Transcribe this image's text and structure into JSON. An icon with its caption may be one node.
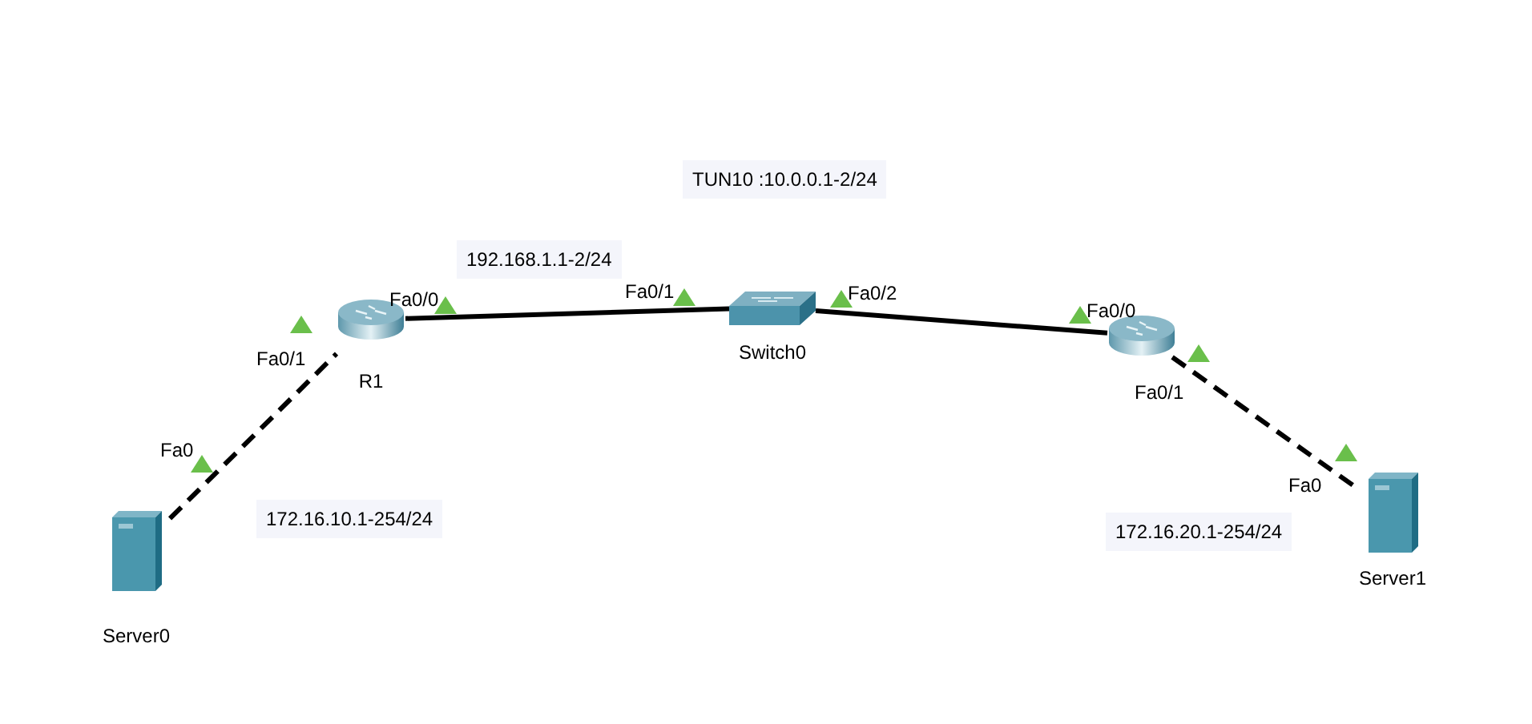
{
  "diagram": {
    "nodes": [
      {
        "text": [
          "Server0"
        ]
      },
      {
        "text": [
          "R1"
        ]
      },
      {
        "text": [
          "Switch0"
        ]
      },
      {
        "text": [],
        "shape": "router"
      },
      {
        "text": [
          "Server1"
        ]
      }
    ],
    "edges": [
      {
        "from": 0,
        "to": 1,
        "arrow": "none",
        "style": "dashed"
      },
      {
        "from": 1,
        "to": 2,
        "arrow": "none"
      },
      {
        "from": 2,
        "to": 3,
        "arrow": "none"
      },
      {
        "from": 3,
        "to": 4,
        "arrow": "none",
        "style": "dashed"
      }
    ],
    "labels": [
      "TUN10 :10.0.0.1-2/24",
      "192.168.1.1-2/24",
      "Fa0/0",
      "Fa0/1",
      "Fa0/2",
      "Fa0/0",
      "Fa0/1",
      "Fa0/1",
      "Fa0",
      "Fa0",
      "172.16.10.1-254/24",
      "172.16.20.1-254/24"
    ]
  }
}
